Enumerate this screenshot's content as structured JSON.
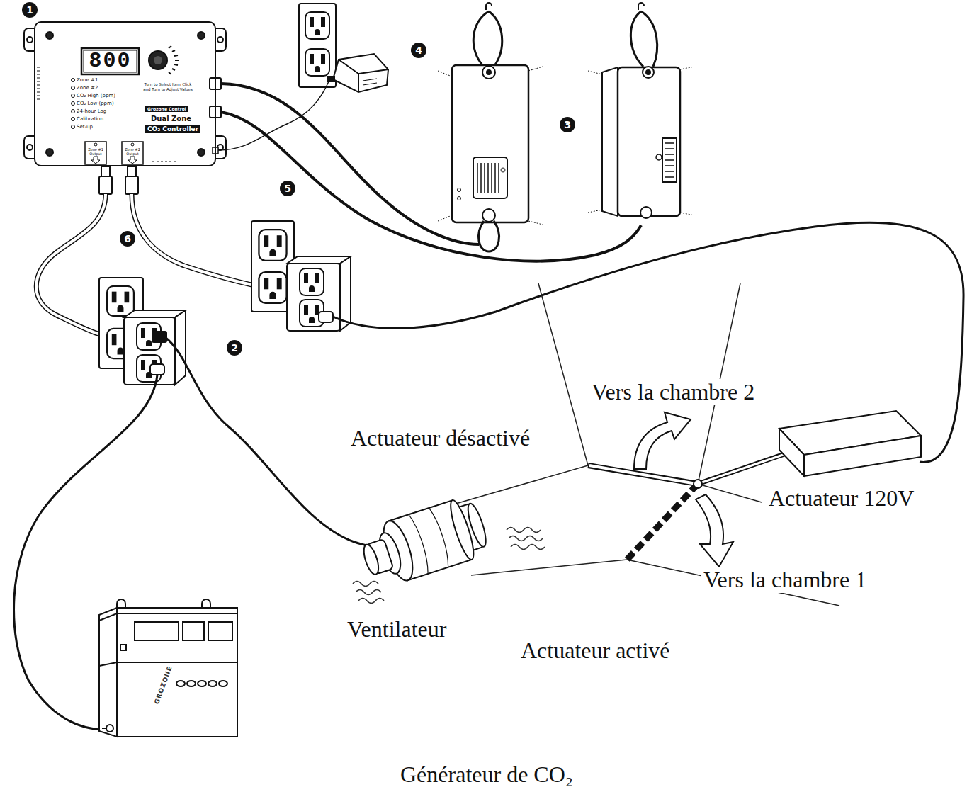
{
  "diagram": {
    "nodes": [
      {
        "text": [
          "800",
          "Zone #1",
          "Zone #2",
          "CO₂ High (ppm)",
          "CO₂ Low (ppm)",
          "24-hour Log",
          "Calibration",
          "Set-up",
          "Turn to Select Item Click and Turn to Adjust Values",
          "Grozone Control",
          "Dual Zone",
          "CO₂ Controller",
          "Zone #1 Output",
          "Zone #2 Output"
        ]
      },
      {
        "text": [
          "Actuateur 120V"
        ]
      },
      {
        "text": [
          "Ventilateur"
        ]
      },
      {
        "text": [
          "GROZONE",
          "Générateur de CO₂"
        ]
      }
    ],
    "labels": [
      "1",
      "4",
      "3",
      "5",
      "6",
      "2",
      "Vers la chambre 2",
      "Actuateur désactivé",
      "Vers la chambre 1",
      "Actuateur activé"
    ]
  }
}
